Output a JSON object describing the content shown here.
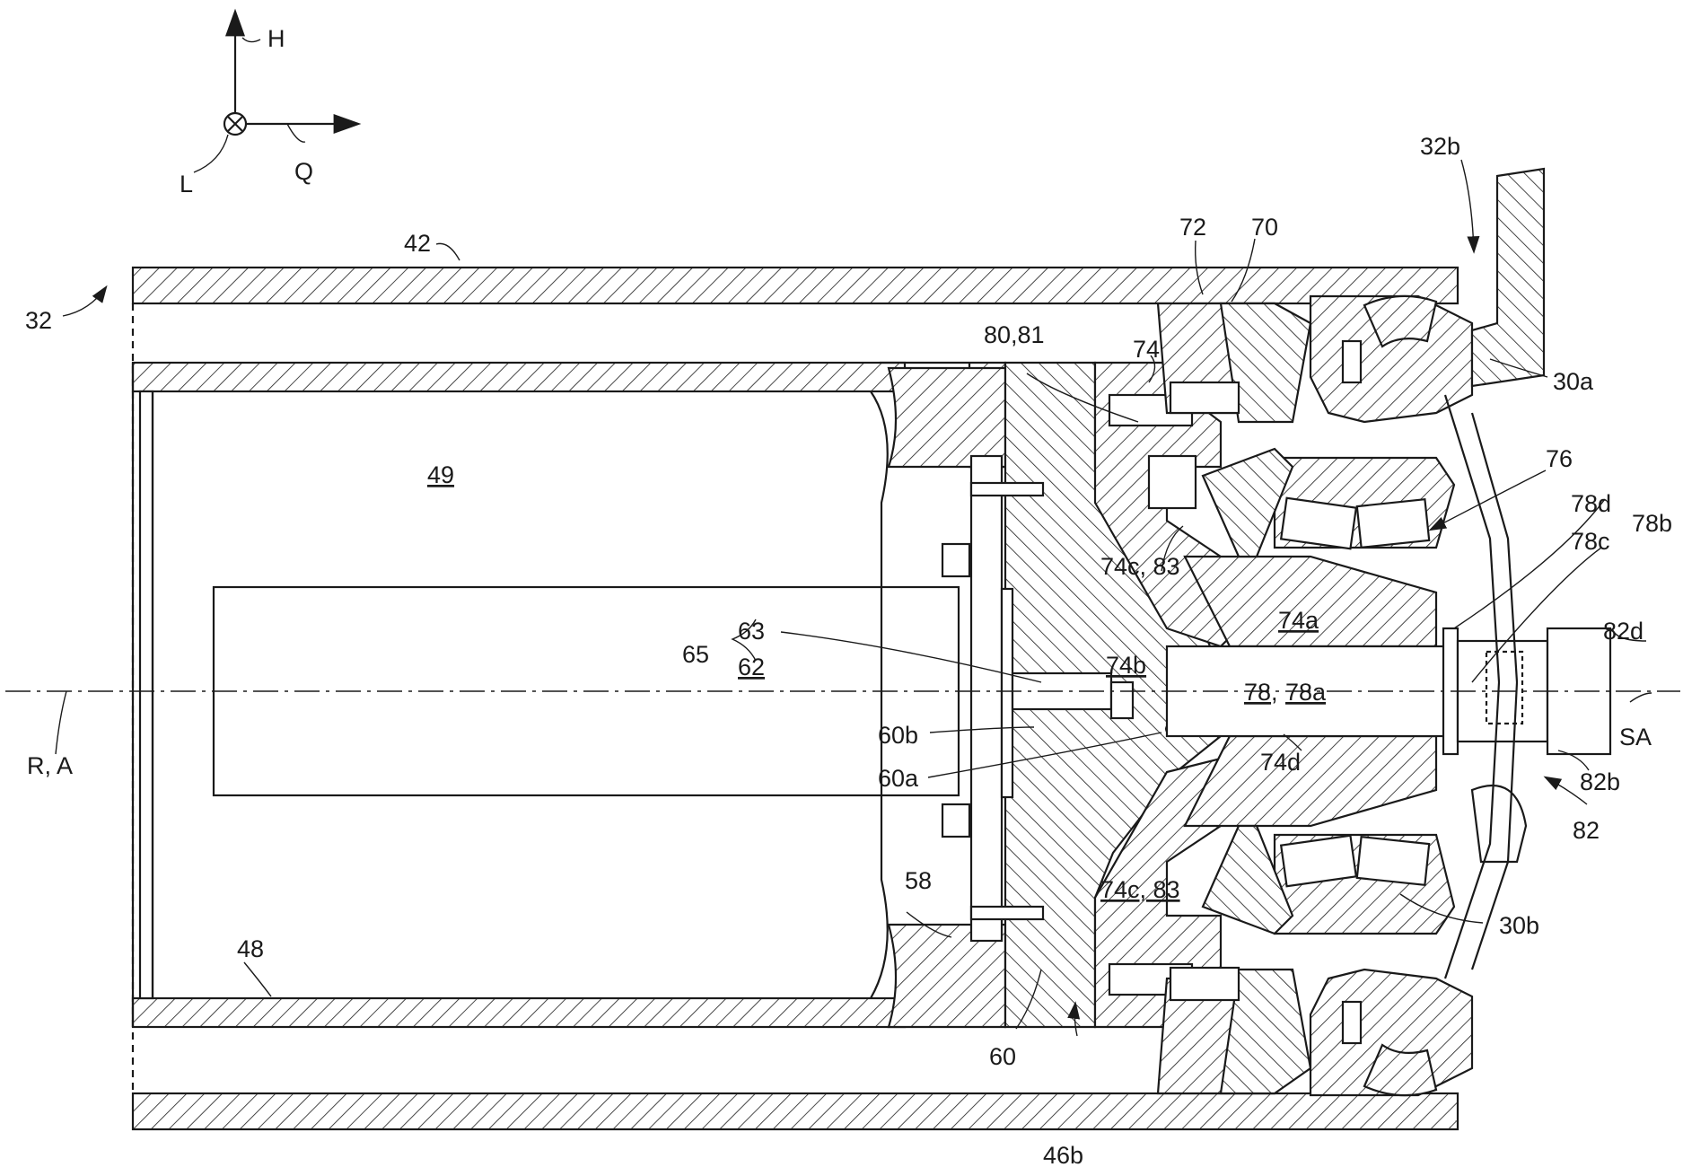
{
  "figure": {
    "orientation_labels": {
      "up": "H",
      "right": "Q",
      "into_page": "L"
    },
    "labels": {
      "l32": "32",
      "l32b": "32b",
      "l42": "42",
      "l49": "49",
      "l48": "48",
      "l72": "72",
      "l70": "70",
      "l74": "74",
      "l8081": "80,81",
      "l30a": "30a",
      "l76": "76",
      "l78d": "78d",
      "l78c": "78c",
      "l78b": "78b",
      "l82d": "82d",
      "l74c83a": "74c, 83",
      "l74a": "74a",
      "l74b": "74b",
      "l63": "63",
      "l62": "62",
      "l65": "65",
      "l7878a_1": "78",
      "l7878a_sep": ",",
      "l7878a_2": "78a",
      "l60b": "60b",
      "l60a": "60a",
      "l74d": "74d",
      "lSA": "SA",
      "lRA": "R, A",
      "l82b": "82b",
      "l82": "82",
      "l58": "58",
      "l74c83b": "74c, 83",
      "l30b": "30b",
      "l60": "60",
      "l46b": "46b"
    }
  }
}
